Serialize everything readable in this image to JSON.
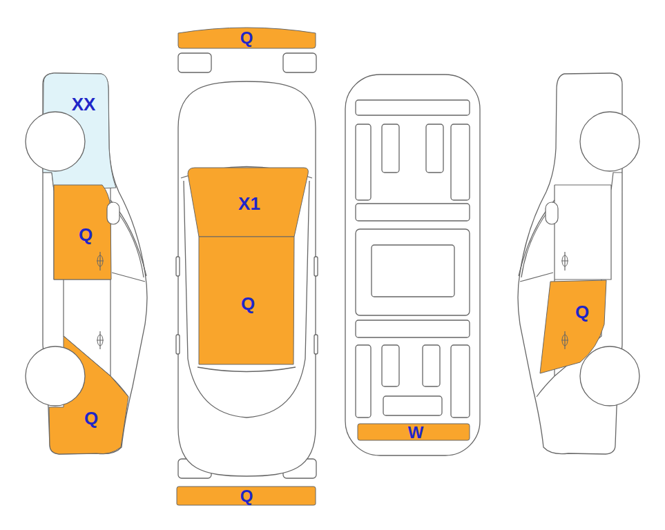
{
  "diagram": {
    "nodes": [
      {
        "text": [
          "Q"
        ]
      },
      {
        "text": [
          "XX"
        ]
      },
      {
        "text": [
          "X1"
        ]
      },
      {
        "text": [
          "Q"
        ]
      },
      {
        "text": [
          "Q"
        ]
      },
      {
        "text": [
          "Q"
        ]
      },
      {
        "text": [
          "Q"
        ]
      },
      {
        "text": [
          "W"
        ]
      },
      {
        "text": [
          "Q"
        ]
      }
    ]
  }
}
